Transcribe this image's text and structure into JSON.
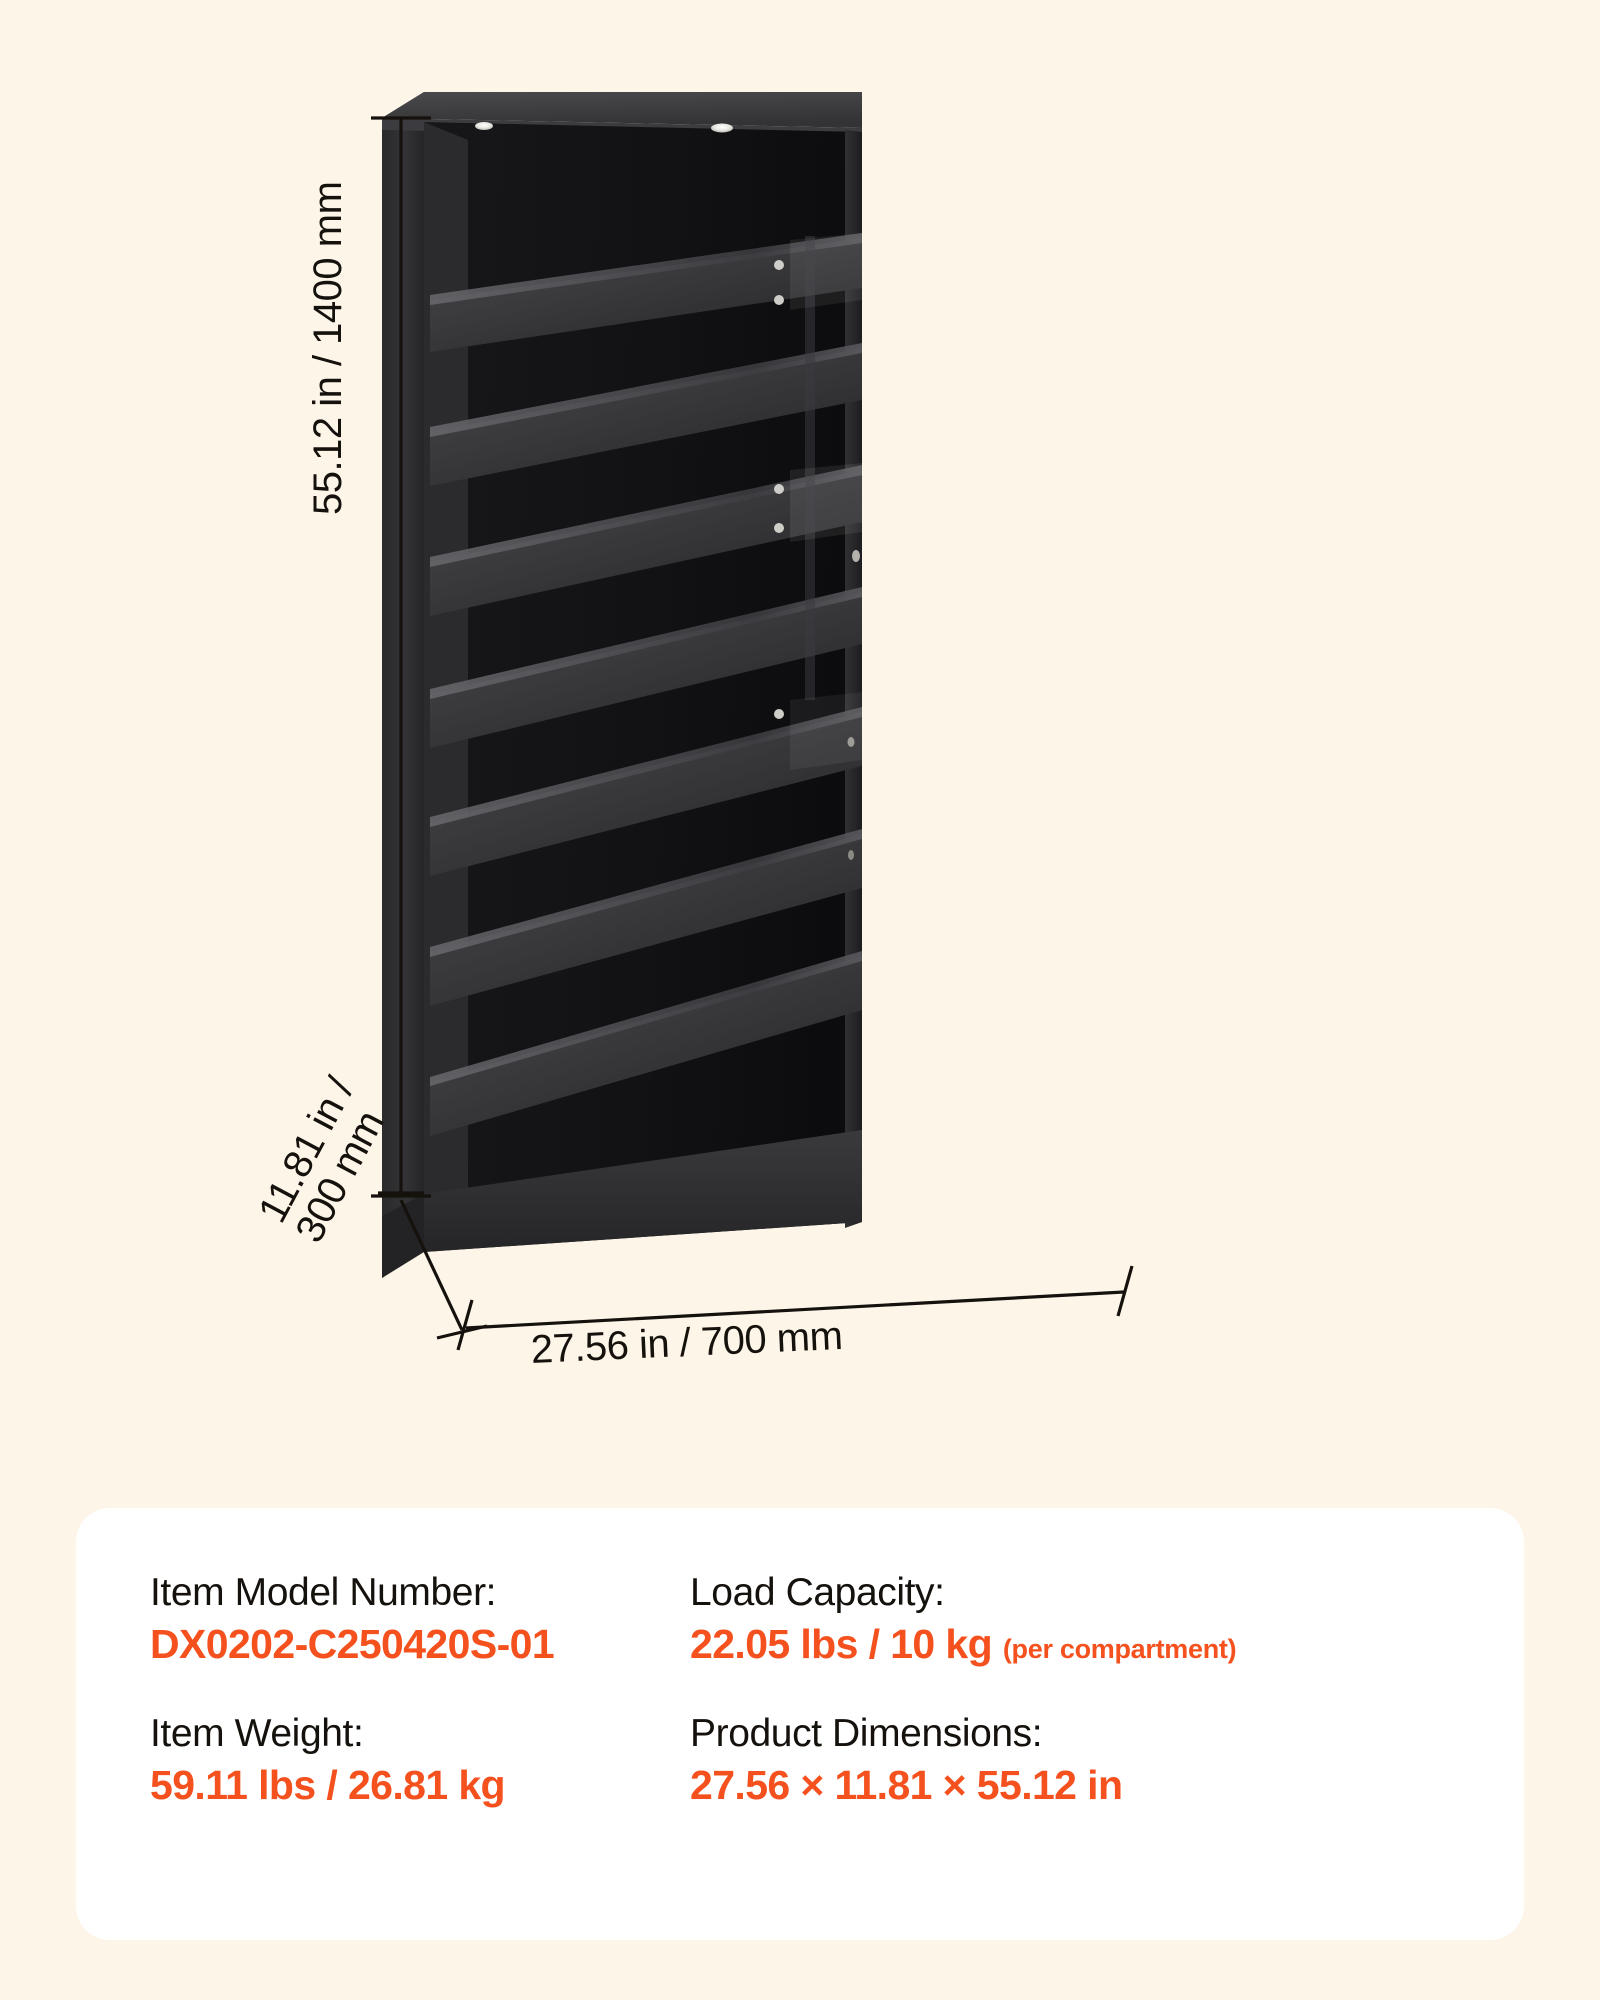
{
  "background_color": "#fdf5e8",
  "accent_color": "#f4511e",
  "text_color": "#15110c",
  "card_color": "#ffffff",
  "product": {
    "name": "black-shoe-rack-cabinet",
    "body_color": "#2e2e30",
    "shelf_count": 7,
    "dimension_callouts": {
      "height": "55.12 in / 1400 mm",
      "depth_line1": "11.81 in /",
      "depth_line2": "300 mm",
      "width": "27.56 in / 700 mm"
    }
  },
  "spec_card": {
    "items": [
      {
        "name": "item-model-number",
        "label": "Item Model Number:",
        "value": "DX0202-C250420S-01",
        "suffix": ""
      },
      {
        "name": "load-capacity",
        "label": "Load Capacity:",
        "value": "22.05 lbs / 10 kg",
        "suffix": "(per compartment)"
      },
      {
        "name": "item-weight",
        "label": "Item Weight:",
        "value": "59.11 lbs / 26.81 kg",
        "suffix": ""
      },
      {
        "name": "product-dimensions",
        "label": "Product Dimensions:",
        "value": "27.56 × 11.81 × 55.12 in",
        "suffix": ""
      }
    ]
  }
}
